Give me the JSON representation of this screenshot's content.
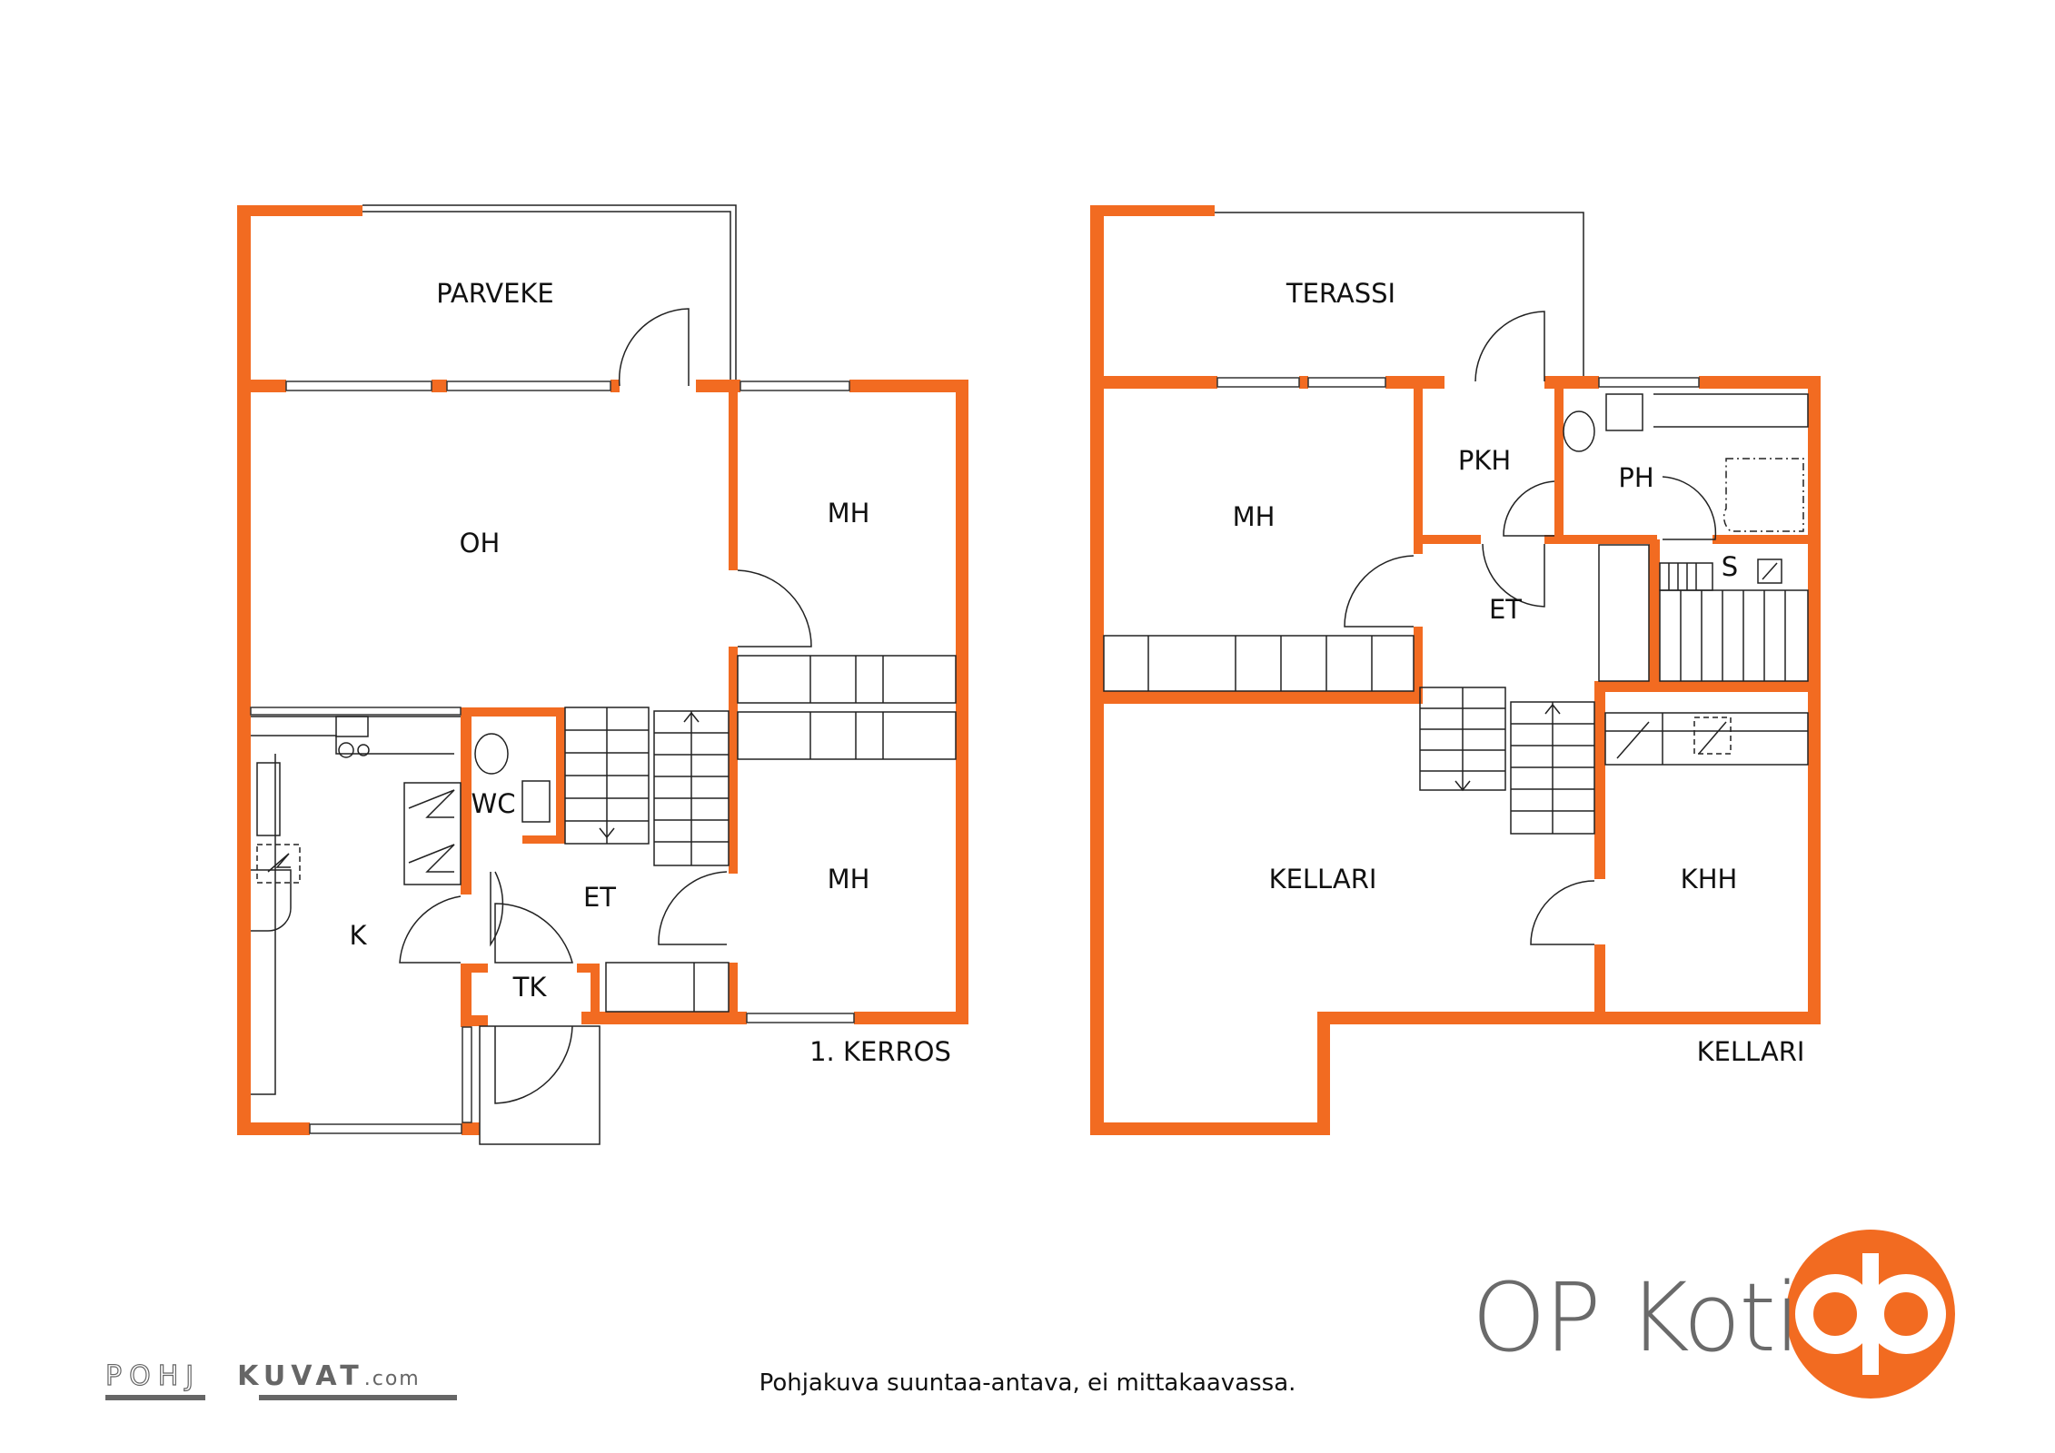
{
  "floors": [
    {
      "title": "1. KERROS",
      "rooms": [
        "PARVEKE",
        "OH",
        "MH",
        "MH",
        "WC",
        "ET",
        "K",
        "TK"
      ]
    },
    {
      "title": "KELLARI",
      "rooms": [
        "TERASSI",
        "MH",
        "PKH",
        "PH",
        "S",
        "ET",
        "KELLARI",
        "KHH"
      ]
    }
  ],
  "footer": {
    "disclaimer": "Pohjakuva suuntaa-antava, ei mittakaavassa.",
    "brand": "OP Koti",
    "pohjakuvat_logo": {
      "part1": "POHJ",
      "part2": "KUVAT",
      ".com": ".com"
    }
  },
  "colors": {
    "wall": "#f26b21",
    "brand_gray": "#6a6a6a"
  }
}
